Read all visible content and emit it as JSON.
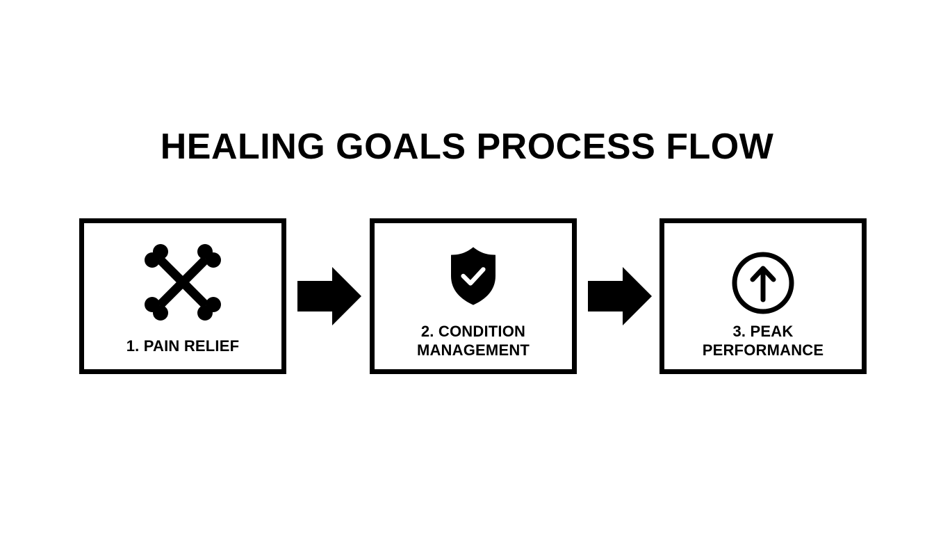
{
  "diagram": {
    "title": "HEALING GOALS PROCESS FLOW",
    "steps": [
      {
        "label_lines": [
          "1. PAIN RELIEF"
        ],
        "icon": "crossed-bones-icon"
      },
      {
        "label_lines": [
          "2. CONDITION",
          "MANAGEMENT"
        ],
        "icon": "shield-check-icon"
      },
      {
        "label_lines": [
          "3. PEAK",
          "PERFORMANCE"
        ],
        "icon": "arrow-up-circle-icon"
      }
    ],
    "connectors": [
      "right-arrow-icon",
      "right-arrow-icon"
    ],
    "colors": {
      "ink": "#000000",
      "background": "#ffffff"
    }
  }
}
